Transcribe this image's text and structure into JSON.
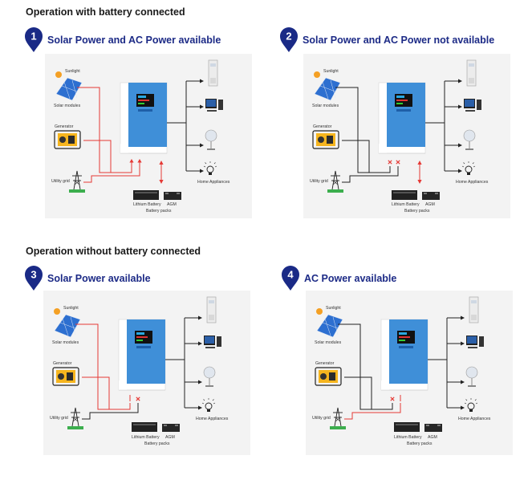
{
  "sections": [
    {
      "title": "Operation with battery connected"
    },
    {
      "title": "Operation without battery connected"
    }
  ],
  "scenarios": [
    {
      "number": "1",
      "title": "Solar Power and AC Power available"
    },
    {
      "number": "2",
      "title": "Solar Power and AC Power not available"
    },
    {
      "number": "3",
      "title": "Solar Power available"
    },
    {
      "number": "4",
      "title": "AC Power available"
    }
  ],
  "labels": {
    "sunlight": "Sunlight",
    "solar_modules": "Solar modules",
    "generator": "Generator",
    "utility_grid": "Utility grid",
    "home_appliances": "Home Appliances",
    "lithium_battery": "Lithium Battery",
    "agm": "AGM",
    "battery_packs": "Battery packs"
  },
  "colors": {
    "heading": "#1c2a86",
    "pin": "#1a2a86",
    "flow_active": "#e53935",
    "wire": "#222222",
    "inverter_blue": "#3f8fd8",
    "panel_bg": "#f3f3f3"
  }
}
